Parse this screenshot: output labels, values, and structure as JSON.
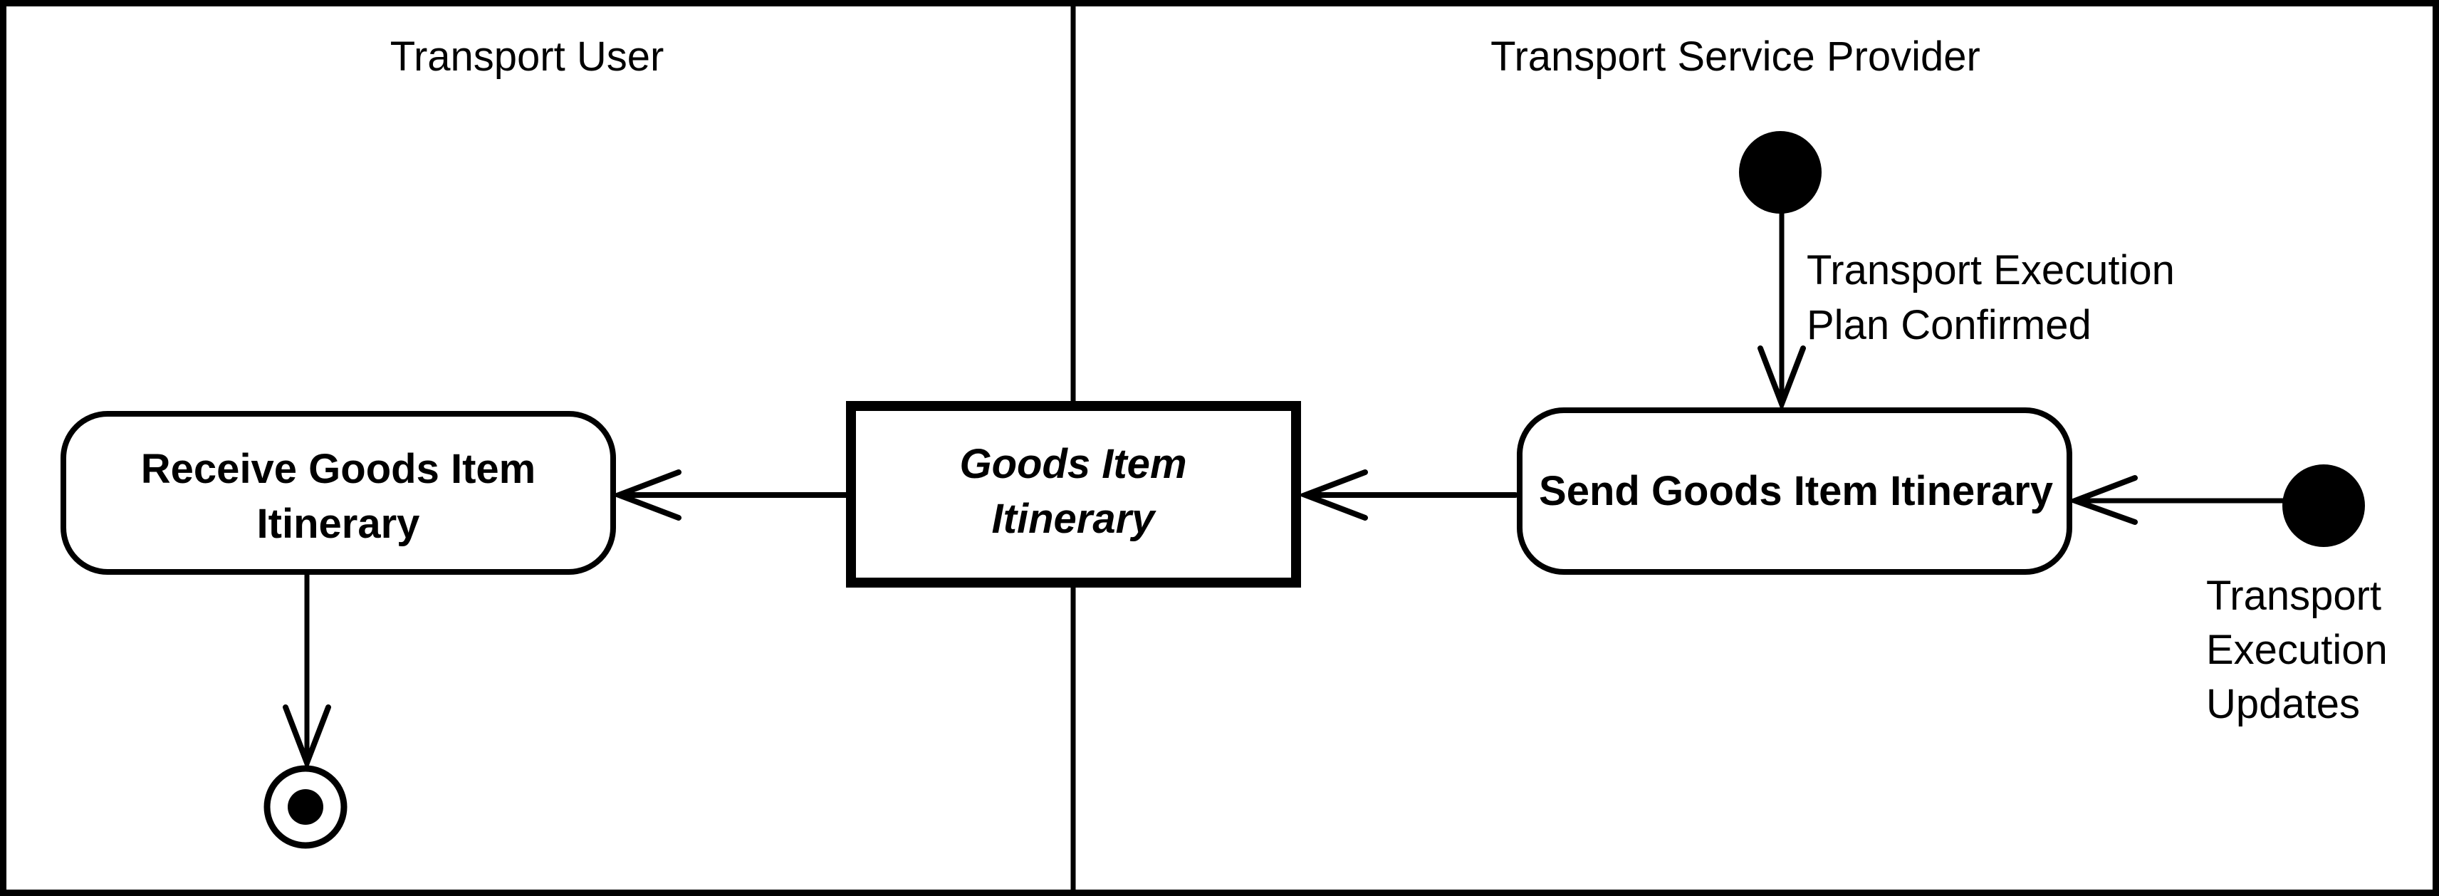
{
  "diagram_type": "UML activity diagram with swimlanes",
  "lanes": [
    {
      "title": "Transport User"
    },
    {
      "title": "Transport Service Provider"
    }
  ],
  "nodes": {
    "receive": "Receive Goods Item\nItinerary",
    "object": "Goods Item\nItinerary",
    "send": "Send Goods Item Itinerary"
  },
  "edge_labels": {
    "plan_confirmed": "Transport Execution\nPlan Confirmed",
    "updates": "Transport\nExecution\nUpdates"
  },
  "colors": {
    "stroke": "#000000",
    "background": "#ffffff"
  }
}
